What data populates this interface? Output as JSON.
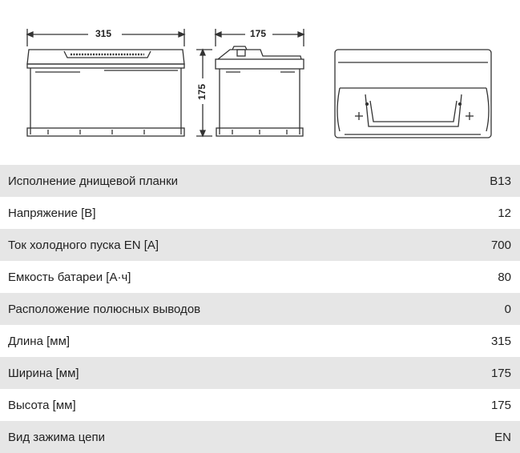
{
  "dimensions": {
    "front_length": "315",
    "side_width": "175",
    "side_height": "175"
  },
  "specs": [
    {
      "label": "Исполнение днищевой планки",
      "value": "B13"
    },
    {
      "label": "Напряжение [В]",
      "value": "12"
    },
    {
      "label": "Ток холодного пуска EN [A]",
      "value": "700"
    },
    {
      "label": "Емкость батареи [A·ч]",
      "value": "80"
    },
    {
      "label": "Расположение полюсных выводов",
      "value": "0"
    },
    {
      "label": "Длина [мм]",
      "value": "315"
    },
    {
      "label": "Ширина [мм]",
      "value": "175"
    },
    {
      "label": "Высота [мм]",
      "value": "175"
    },
    {
      "label": "Вид зажима цепи",
      "value": "EN"
    }
  ]
}
